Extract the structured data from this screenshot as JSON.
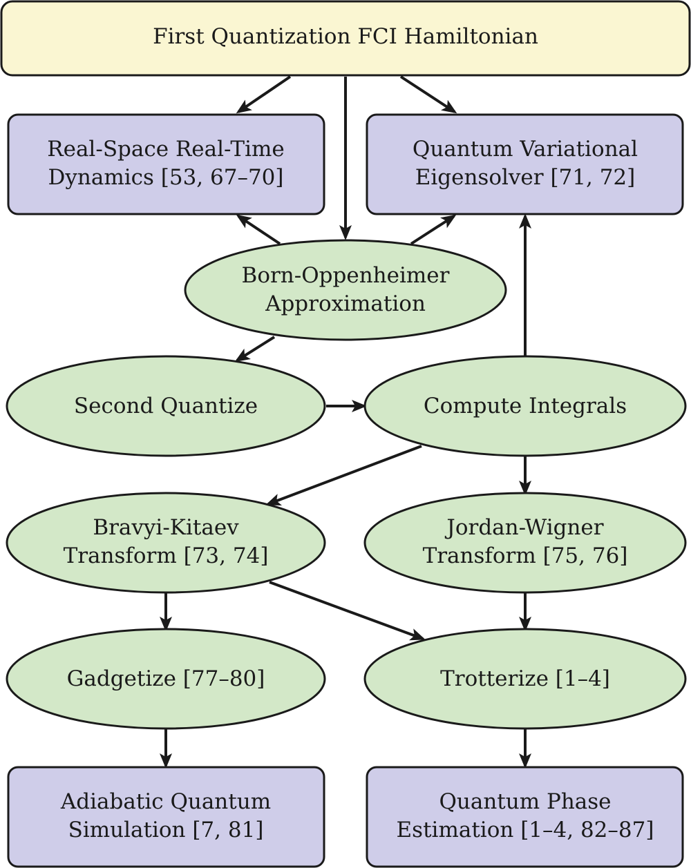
{
  "nodes": {
    "fci_hamiltonian": {
      "lines": [
        "First Quantization FCI Hamiltonian"
      ]
    },
    "real_space_dynamics": {
      "lines": [
        "Real-Space Real-Time",
        "Dynamics [53, 67–70]"
      ]
    },
    "vqe": {
      "lines": [
        "Quantum Variational",
        "Eigensolver [71, 72]"
      ]
    },
    "born_oppenheimer": {
      "lines": [
        "Born-Oppenheimer",
        "Approximation"
      ]
    },
    "second_quantize": {
      "lines": [
        "Second Quantize"
      ]
    },
    "compute_integrals": {
      "lines": [
        "Compute Integrals"
      ]
    },
    "bravyi_kitaev": {
      "lines": [
        "Bravyi-Kitaev",
        "Transform [73, 74]"
      ]
    },
    "jordan_wigner": {
      "lines": [
        "Jordan-Wigner",
        "Transform [75, 76]"
      ]
    },
    "gadgetize": {
      "lines": [
        "Gadgetize [77–80]"
      ]
    },
    "trotterize": {
      "lines": [
        "Trotterize [1–4]"
      ]
    },
    "adiabatic_simulation": {
      "lines": [
        "Adiabatic Quantum",
        "Simulation [7, 81]"
      ]
    },
    "phase_estimation": {
      "lines": [
        "Quantum Phase",
        "Estimation [1–4, 82–87]"
      ]
    }
  },
  "edges": [
    {
      "from": "fci_hamiltonian",
      "to": "real_space_dynamics"
    },
    {
      "from": "fci_hamiltonian",
      "to": "born_oppenheimer"
    },
    {
      "from": "fci_hamiltonian",
      "to": "vqe"
    },
    {
      "from": "born_oppenheimer",
      "to": "real_space_dynamics"
    },
    {
      "from": "born_oppenheimer",
      "to": "vqe"
    },
    {
      "from": "born_oppenheimer",
      "to": "second_quantize"
    },
    {
      "from": "second_quantize",
      "to": "compute_integrals"
    },
    {
      "from": "compute_integrals",
      "to": "vqe"
    },
    {
      "from": "compute_integrals",
      "to": "bravyi_kitaev"
    },
    {
      "from": "compute_integrals",
      "to": "jordan_wigner"
    },
    {
      "from": "bravyi_kitaev",
      "to": "gadgetize"
    },
    {
      "from": "bravyi_kitaev",
      "to": "trotterize"
    },
    {
      "from": "jordan_wigner",
      "to": "trotterize"
    },
    {
      "from": "gadgetize",
      "to": "adiabatic_simulation"
    },
    {
      "from": "trotterize",
      "to": "phase_estimation"
    }
  ],
  "colors": {
    "top_box_fill": "#faf6d2",
    "method_box_fill": "#cfcde9",
    "step_ellipse_fill": "#d3e8c8",
    "stroke": "#1a1a1a"
  }
}
